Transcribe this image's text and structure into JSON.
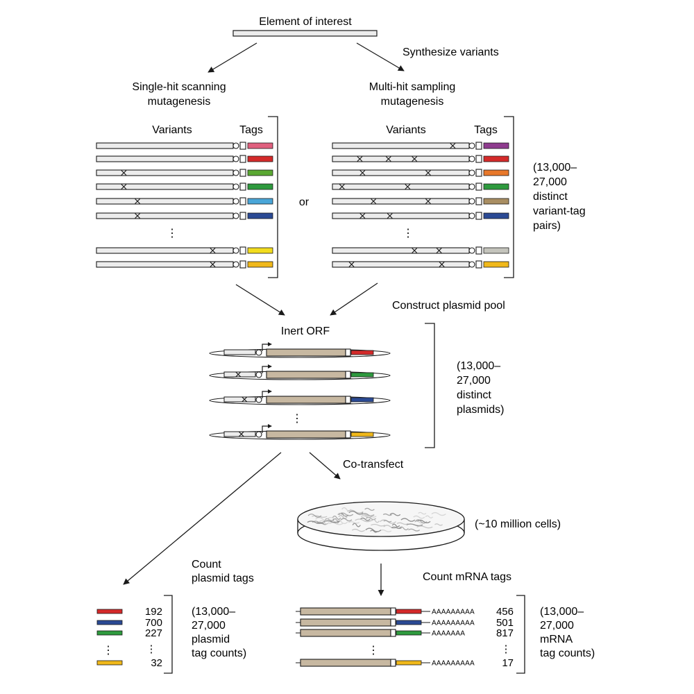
{
  "labels": {
    "element": "Element of interest",
    "synth": "Synthesize variants",
    "single": [
      "Single-hit scanning",
      "mutagenesis"
    ],
    "multi": [
      "Multi-hit sampling",
      "mutagenesis"
    ],
    "variants": "Variants",
    "tags": "Tags",
    "or": "or",
    "pairs": [
      "(13,000–",
      "27,000",
      "distinct",
      "variant-tag",
      "pairs)"
    ],
    "construct": "Construct plasmid pool",
    "orf": "Inert ORF",
    "plasmids": [
      "(13,000–",
      "27,000",
      "distinct",
      "plasmids)"
    ],
    "cotransfect": "Co-transfect",
    "cells": "(~10 million cells)",
    "count_plasmid": [
      "Count",
      "plasmid tags"
    ],
    "count_mrna": "Count mRNA tags",
    "plasmid_counts_label": [
      "(13,000–",
      "27,000",
      "plasmid",
      "tag counts)"
    ],
    "mrna_counts_label": [
      "(13,000–",
      "27,000",
      "mRNA",
      "tag counts)"
    ]
  },
  "vertical_ellipsis": "⋮",
  "single_hit": [
    {
      "tag_color": "#e0607e",
      "mutations": []
    },
    {
      "tag_color": "#d42a2a",
      "mutations": []
    },
    {
      "tag_color": "#5aa832",
      "mutations": [
        0.2
      ]
    },
    {
      "tag_color": "#2e9a3e",
      "mutations": [
        0.2
      ]
    },
    {
      "tag_color": "#4aa6d8",
      "mutations": [
        0.3
      ]
    },
    {
      "tag_color": "#2b4a94",
      "mutations": [
        0.3
      ]
    },
    {
      "tag_color": "#f2dc1e",
      "mutations": [
        0.85
      ]
    },
    {
      "tag_color": "#f0b81a",
      "mutations": [
        0.85
      ]
    }
  ],
  "multi_hit": [
    {
      "tag_color": "#8e3b8e",
      "mutations": [
        0.88
      ]
    },
    {
      "tag_color": "#d42a2a",
      "mutations": [
        0.2,
        0.41,
        0.6
      ]
    },
    {
      "tag_color": "#e8782a",
      "mutations": [
        0.22,
        0.7
      ]
    },
    {
      "tag_color": "#2e9a3e",
      "mutations": [
        0.07,
        0.55
      ]
    },
    {
      "tag_color": "#a98e62",
      "mutations": [
        0.3,
        0.7
      ]
    },
    {
      "tag_color": "#2b4a94",
      "mutations": [
        0.22,
        0.42
      ]
    },
    {
      "tag_color": "#c4c4bc",
      "mutations": [
        0.6,
        0.78
      ]
    },
    {
      "tag_color": "#f0b81a",
      "mutations": [
        0.14,
        0.8
      ]
    }
  ],
  "plasmid_pool": [
    {
      "tag_color": "#d42a2a",
      "mutations": []
    },
    {
      "tag_color": "#2e9a3e",
      "mutations": [
        0.45
      ]
    },
    {
      "tag_color": "#2b4a94",
      "mutations": [
        0.65
      ]
    },
    {
      "tag_color": "#f0b81a",
      "mutations": [
        0.55
      ]
    }
  ],
  "plasmid_tag_counts": [
    {
      "tag_color": "#d42a2a",
      "count": "192"
    },
    {
      "tag_color": "#2b4a94",
      "count": "700"
    },
    {
      "tag_color": "#2e9a3e",
      "count": "227"
    },
    {
      "tag_color": "#f0b81a",
      "count": "32"
    }
  ],
  "mrna_tag_counts": [
    {
      "tag_color": "#d42a2a",
      "poly_a": "AAAAAAAAA",
      "count": "456"
    },
    {
      "tag_color": "#2b4a94",
      "poly_a": "AAAAAAAAA",
      "count": "501"
    },
    {
      "tag_color": "#2e9a3e",
      "poly_a": "AAAAAAA",
      "count": "817"
    },
    {
      "tag_color": "#f0b81a",
      "poly_a": "AAAAAAAAA",
      "count": "17"
    }
  ],
  "colors": {
    "bar_fill": "#ececec",
    "orf_fill": "#c7b8a1",
    "line": "#1a1a1a"
  }
}
